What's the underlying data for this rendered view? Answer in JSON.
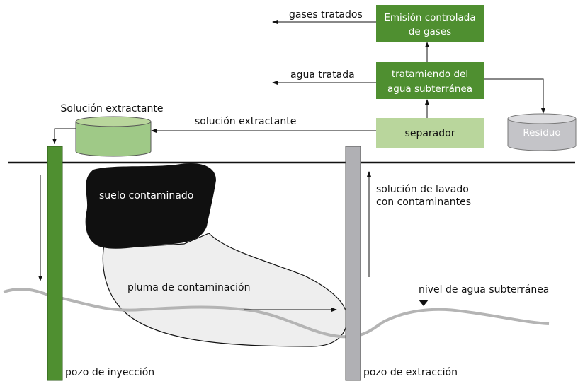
{
  "boxes": {
    "emision_line1": "Emisión controlada",
    "emision_line2": "de gases",
    "tratamiento_line1": "tratamiendo del",
    "tratamiento_line2": "agua subterránea",
    "separador": "separador",
    "residuo": "Residuo",
    "solucion_tank_title": "Solución extractante"
  },
  "flows": {
    "gases_tratados": "gases tratados",
    "agua_tratada": "agua tratada",
    "solucion_extractante": "solución extractante",
    "lavado_line1": "solución de lavado",
    "lavado_line2": "con contaminantes"
  },
  "subsurface": {
    "suelo_contaminado": "suelo contaminado",
    "pluma": "pluma de contaminación",
    "nivel_agua": "nivel de agua subterránea"
  },
  "wells": {
    "inyeccion": "pozo de inyección",
    "extraccion": "pozo de extracción"
  },
  "colors": {
    "dark_green": "#4f8f30",
    "light_green": "#b9d69c",
    "tank_green": "#9fc987",
    "gray_well": "#b0b0b4",
    "residuo_gray": "#c4c4c8",
    "black_blob": "#101010",
    "plume": "#eeeeee",
    "water_line": "#b4b4b4"
  }
}
